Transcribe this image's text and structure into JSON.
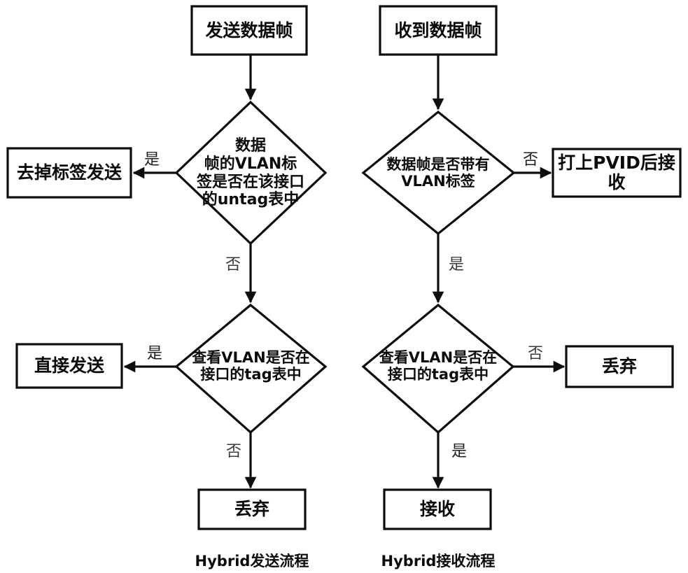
{
  "diagram": {
    "type": "flowchart",
    "title_left": "Hybrid发送流程",
    "title_right": "Hybrid接收流程",
    "stroke_color": "#0d0d0d",
    "fill_color": "#ffffff",
    "label_color": "#3a3a3a"
  },
  "left_flow": {
    "caption": "Hybrid发送流程",
    "start": "发送数据帧",
    "decision1": "数据\n帧的VLAN标\n签是否在该接口\n的untag表中",
    "decision1_yes_label": "是",
    "decision1_yes_target": "去掉标签发送",
    "decision1_no_label": "否",
    "decision2": "查看VLAN是否在\n接口的tag表中",
    "decision2_yes_label": "是",
    "decision2_yes_target": "直接发送",
    "decision2_no_label": "否",
    "decision2_no_target": "丢弃"
  },
  "right_flow": {
    "caption": "Hybrid接收流程",
    "start": "收到数据帧",
    "decision1": "数据帧是否带有\nVLAN标签",
    "decision1_no_label": "否",
    "decision1_no_target": "打上PVID后接收",
    "decision1_yes_label": "是",
    "decision2": "查看VLAN是否在\n接口的tag表中",
    "decision2_no_label": "否",
    "decision2_no_target": "丢弃",
    "decision2_yes_label": "是",
    "decision2_yes_target": "接收"
  }
}
